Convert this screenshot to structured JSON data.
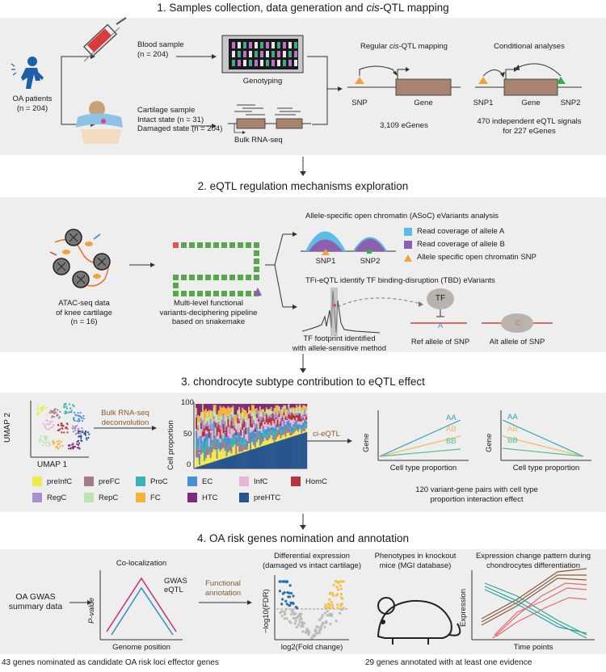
{
  "section1": {
    "title_pre": "1. Samples collection, data generation and ",
    "title_cis": "cis",
    "title_post": "-QTL mapping",
    "oa_patients": "OA patients",
    "oa_n": "(n = 204)",
    "blood_sample": "Blood sample",
    "blood_n": "(n = 204)",
    "genotyping": "Genotyping",
    "cartilage_sample": "Cartilage sample",
    "intact_state": "Intact state (n = 31)",
    "damaged_state": "Damaged state (n = 204)",
    "bulk_rnaseq": "Bulk RNA-seq",
    "regular_mapping_pre": "Regular ",
    "regular_mapping_cis": "cis",
    "regular_mapping_post": "-QTL mapping",
    "snp": "SNP",
    "gene": "Gene",
    "egenes": "3,109 eGenes",
    "conditional": "Conditional analyses",
    "snp1": "SNP1",
    "snp2": "SNP2",
    "cond_gene": "Gene",
    "independent_1": "470 independent eQTL signals",
    "independent_2": "for 227 eGenes"
  },
  "section2": {
    "title": "2. eQTL regulation mechanisms exploration",
    "atac_1": "ATAC-seq data",
    "atac_2": "of knee cartilage",
    "atac_3": "(n = 16)",
    "pipeline_1": "Multi-level functional",
    "pipeline_2": "variants-deciphering pipeline",
    "pipeline_3": "based on snakemake",
    "asoc_title": "Allele-specific open chromatin (ASoC) eVariants analysis",
    "snp1": "SNP1",
    "snp2": "SNP2",
    "legend_a": "Read coverage of allele A",
    "legend_b": "Read coverage of allele B",
    "legend_snp": "Allele specific open chromatin SNP",
    "tfi_title": "TFi-eQTL identify TF binding-disruption (TBD) eVariants",
    "tf_footprint_1": "TF footprint identified",
    "tf_footprint_2": "with allele-sensitive method",
    "tf": "TF",
    "allele_a": "A",
    "allele_c": "C",
    "ref_allele": "Ref allele of SNP",
    "alt_allele": "Alt allele of SNP",
    "colors": {
      "allele_a": "#5bbce4",
      "allele_b": "#8e5fb0",
      "snp": "#f2a23a"
    }
  },
  "section3": {
    "title": "3. chondrocyte subtype contribution to eQTL effect",
    "umap1": "UMAP 1",
    "umap2": "UMAP 2",
    "deconv_1": "Bulk RNA-seq",
    "deconv_2": "deconvolution",
    "cell_proportion": "Cell proportion",
    "ci_eqtl": "ci-eQTL",
    "gene": "Gene",
    "cell_type_proportion": "Cell type proportion",
    "genotypes": [
      "AA",
      "AB",
      "BB"
    ],
    "genotype_colors": [
      "#2aa4b5",
      "#f4b860",
      "#4fbf8e"
    ],
    "pairs_1": "120 variant-gene pairs with cell type",
    "pairs_2": "proportion interaction effect",
    "subtypes": [
      {
        "name": "preInfC",
        "color": "#f2e94e"
      },
      {
        "name": "preFC",
        "color": "#a47a8c"
      },
      {
        "name": "ProC",
        "color": "#39b3b5"
      },
      {
        "name": "EC",
        "color": "#4a8fd6"
      },
      {
        "name": "InfC",
        "color": "#e8b6d4"
      },
      {
        "name": "HomC",
        "color": "#b5333a"
      },
      {
        "name": "RegC",
        "color": "#a98ed0"
      },
      {
        "name": "RepC",
        "color": "#bde4b3"
      },
      {
        "name": "FC",
        "color": "#f5b33d"
      },
      {
        "name": "HTC",
        "color": "#7b2d7b"
      },
      {
        "name": "preHTC",
        "color": "#27568f"
      }
    ],
    "axis_ticks": [
      "0",
      "50",
      "100"
    ]
  },
  "section4": {
    "title": "4. OA risk genes nomination and annotation",
    "gwas_1": "OA GWAS",
    "gwas_2": "summary data",
    "coloc": "Co-localization",
    "gwas_label": "GWAS",
    "eqtl_label": "eQTL",
    "pvalue": "P-value",
    "genome_position": "Genome position",
    "functional_1": "Functional",
    "functional_2": "annotation",
    "diffexp_1": "Differential expression",
    "diffexp_2": "(damaged vs intact cartilage)",
    "fdr_label": "−log10(FDR)",
    "fc_label": "log2(Fold change)",
    "phenotypes_1": "Phenotypes in knockout",
    "phenotypes_2": "mice (MGI database)",
    "expr_change_1": "Expression change pattern during",
    "expr_change_2": "chondrocytes differentiation",
    "expression": "Expression",
    "time_points": "Time points",
    "nominated": "43 genes nominated as candidate OA risk loci effector genes",
    "annotated": "29 genes annotated with at least one evidence"
  }
}
